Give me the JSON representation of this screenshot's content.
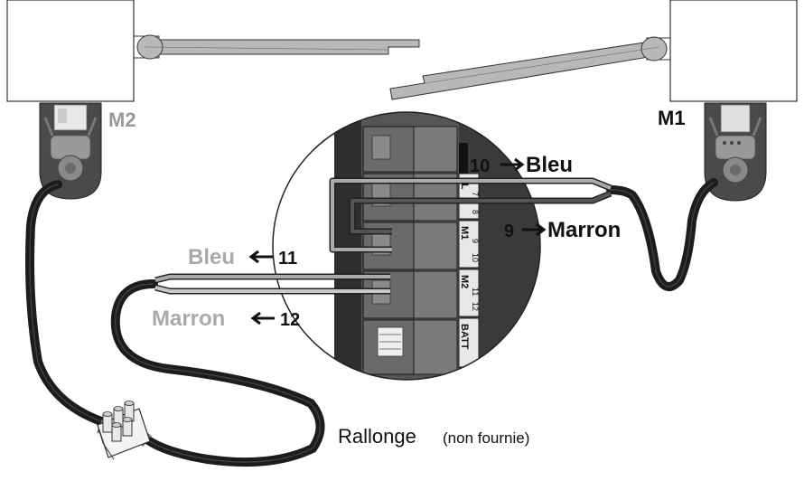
{
  "motors": {
    "left": "M2",
    "right": "M1"
  },
  "terminal_labels": {
    "fl": "FL",
    "fl_7": "7",
    "fl_8": "8",
    "m1": "M1",
    "m1_9": "9",
    "m1_10": "10",
    "m2": "M2",
    "m2_11": "11",
    "m2_12": "12",
    "batt": "BATT"
  },
  "wires": {
    "w10_num": "10",
    "w10_color": "Bleu",
    "w9_num": "9",
    "w9_color": "Marron",
    "w11_color": "Bleu",
    "w11_num": "11",
    "w12_color": "Marron",
    "w12_num": "12"
  },
  "extension": {
    "label": "Rallonge",
    "note": "(non fournie)"
  },
  "colors": {
    "blue_wire": "#aaaaaa",
    "brown_wire": "#555555",
    "board": "#3a3a3a",
    "cable": "#222222",
    "m2_label": "#999999",
    "m1_label": "#111111"
  }
}
